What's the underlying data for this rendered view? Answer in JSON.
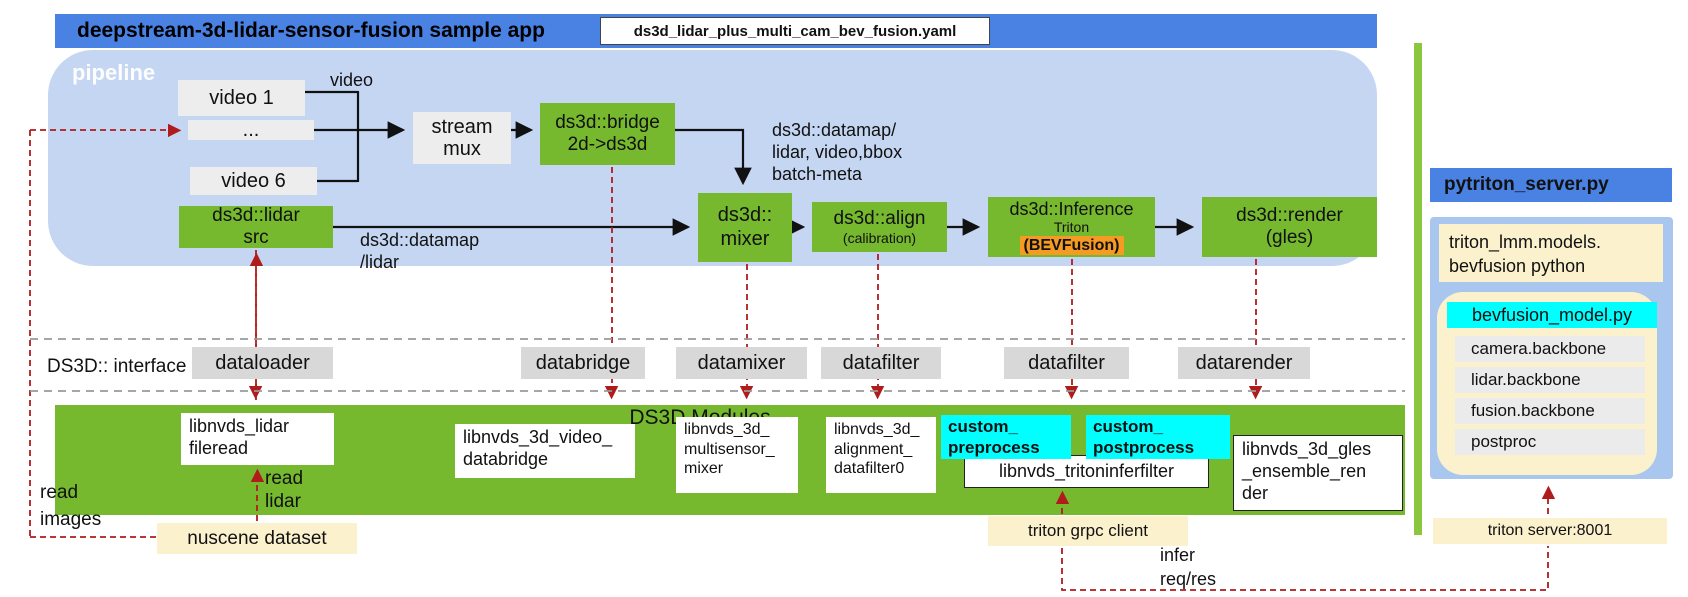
{
  "header": {
    "title": "deepstream-3d-lidar-sensor-fusion sample app",
    "config_file": "ds3d_lidar_plus_multi_cam_bev_fusion.yaml"
  },
  "pipeline": {
    "label": "pipeline",
    "video_edge_label": "video",
    "video1": "video 1",
    "video_more": "...",
    "video6": "video 6",
    "stream_mux": "stream\nmux",
    "bridge": "ds3d::bridge\n2d->ds3d",
    "lidar_src": "ds3d::lidar\nsrc",
    "mixer": "ds3d::\nmixer",
    "align_name": "ds3d::align",
    "align_sub": "(calibration)",
    "inference_name": "ds3d::Inference",
    "inference_sub": "Triton",
    "inference_model": "(BEVFusion)",
    "render": "ds3d::render\n(gles)",
    "datamap_bbox_label": "ds3d::datamap/\nlidar, video,bbox\nbatch-meta",
    "datamap_lidar_label": "ds3d::datamap\n/lidar"
  },
  "interface_row": {
    "label": "DS3D:: interface",
    "items": [
      "dataloader",
      "databridge",
      "datamixer",
      "datafilter",
      "datafilter",
      "datarender"
    ]
  },
  "modules": {
    "title": "DS3D Modules",
    "lidar_fileread": "libnvds_lidar\nfileread",
    "video_databridge": "libnvds_3d_video_\ndatabridge",
    "multisensor_mixer": "libnvds_3d_\nmultisensor_\nmixer",
    "alignment_datafilter": "libnvds_3d_\nalignment_\ndatafilter0",
    "custom_preprocess": "custom_\npreprocess",
    "custom_postprocess": "custom_\npostprocess",
    "tritoninferfilter": "libnvds_tritoninferfilter",
    "gles_render": "libnvds_3d_gles\n_ensemble_ren\nder"
  },
  "right_panel": {
    "header": "pytriton_server.py",
    "model_module": "triton_lmm.models.\nbevfusion python",
    "model_file": "bevfusion_model.py",
    "components": [
      "camera.backbone",
      "lidar.backbone",
      "fusion.backbone",
      "postproc"
    ]
  },
  "annotations": {
    "read_images": "read\nimages",
    "read_lidar": "read\nlidar",
    "nuscene_dataset": "nuscene dataset",
    "triton_grpc_client": "triton grpc client",
    "infer_req_res": "infer\nreq/res",
    "triton_server": "triton server:8001"
  },
  "colors": {
    "header_blue": "#4a82e4",
    "pipeline_blue": "#c5d6f3",
    "panel_blue": "#a9c6ef",
    "nvidia_green": "#76b82e",
    "interface_gray": "#d8d8d8",
    "node_gray": "#ededed",
    "cream": "#fcf1cd",
    "cyan": "#00ffff",
    "orange": "#f59a23",
    "arrow_red": "#b01c1c"
  }
}
